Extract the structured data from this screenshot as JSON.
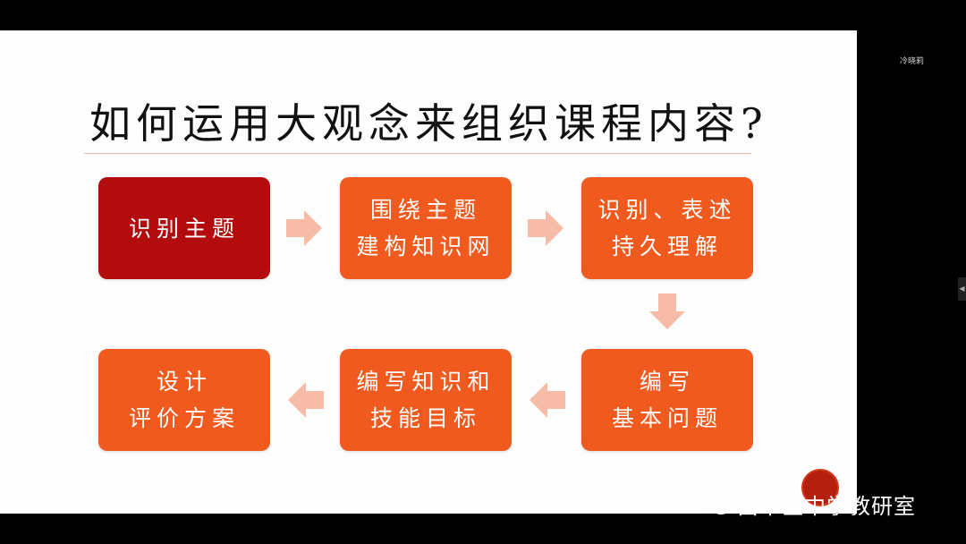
{
  "slide": {
    "title": "如何运用大观念来组织课程内容?",
    "steps": [
      {
        "line1": "识别主题",
        "line2": ""
      },
      {
        "line1": "围绕主题",
        "line2": "建构知识网"
      },
      {
        "line1": "识别、表述",
        "line2": "持久理解"
      },
      {
        "line1": "编写",
        "line2": "基本问题"
      },
      {
        "line1": "编写知识和",
        "line2": "技能目标"
      },
      {
        "line1": "设计",
        "line2": "评价方案"
      }
    ]
  },
  "side_panel": {
    "participant_name": "冷晓莉"
  },
  "watermark": {
    "text": "昌平区中学教研室"
  },
  "colors": {
    "box_fill": "#f05a1e",
    "box_active": "#b30c0e",
    "arrow": "#f7bca8"
  }
}
